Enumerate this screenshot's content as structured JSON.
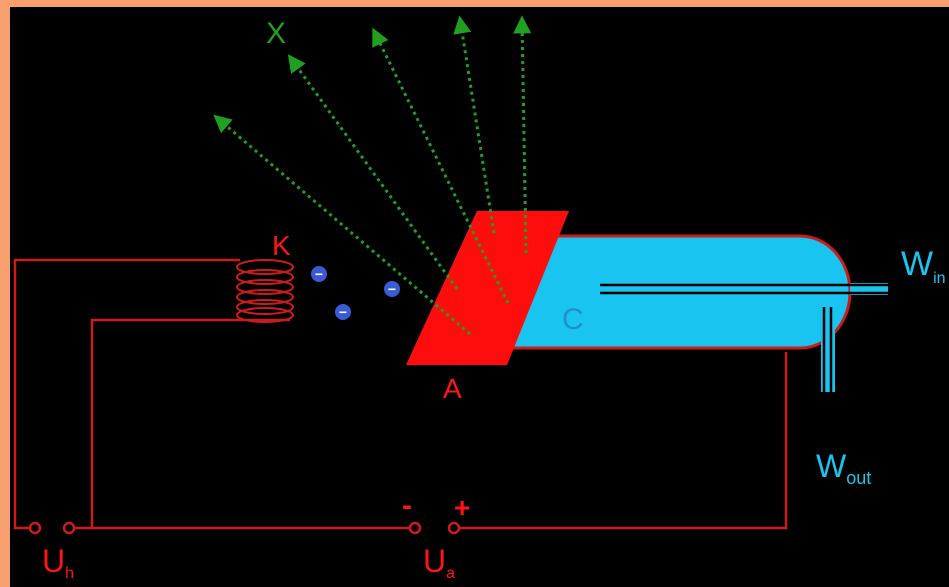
{
  "labels": {
    "x_ray": "X",
    "cathode": "K",
    "anode": "A",
    "coolant_channel": "C",
    "water_in_main": "W",
    "water_in_sub": "in",
    "water_out_main": "W",
    "water_out_sub": "out",
    "heater_voltage_main": "U",
    "heater_voltage_sub": "h",
    "accel_voltage_main": "U",
    "accel_voltage_sub": "a",
    "minus": "-",
    "plus": "+",
    "electron_sign": "−"
  },
  "colors": {
    "background": "#000000",
    "border": "#f7a06d",
    "circuit": "#cc1b1b",
    "anode": "#ff0d0d",
    "coolant": "#19c5f0",
    "xray": "#1fa01f",
    "electron": "#3a5bd6"
  }
}
